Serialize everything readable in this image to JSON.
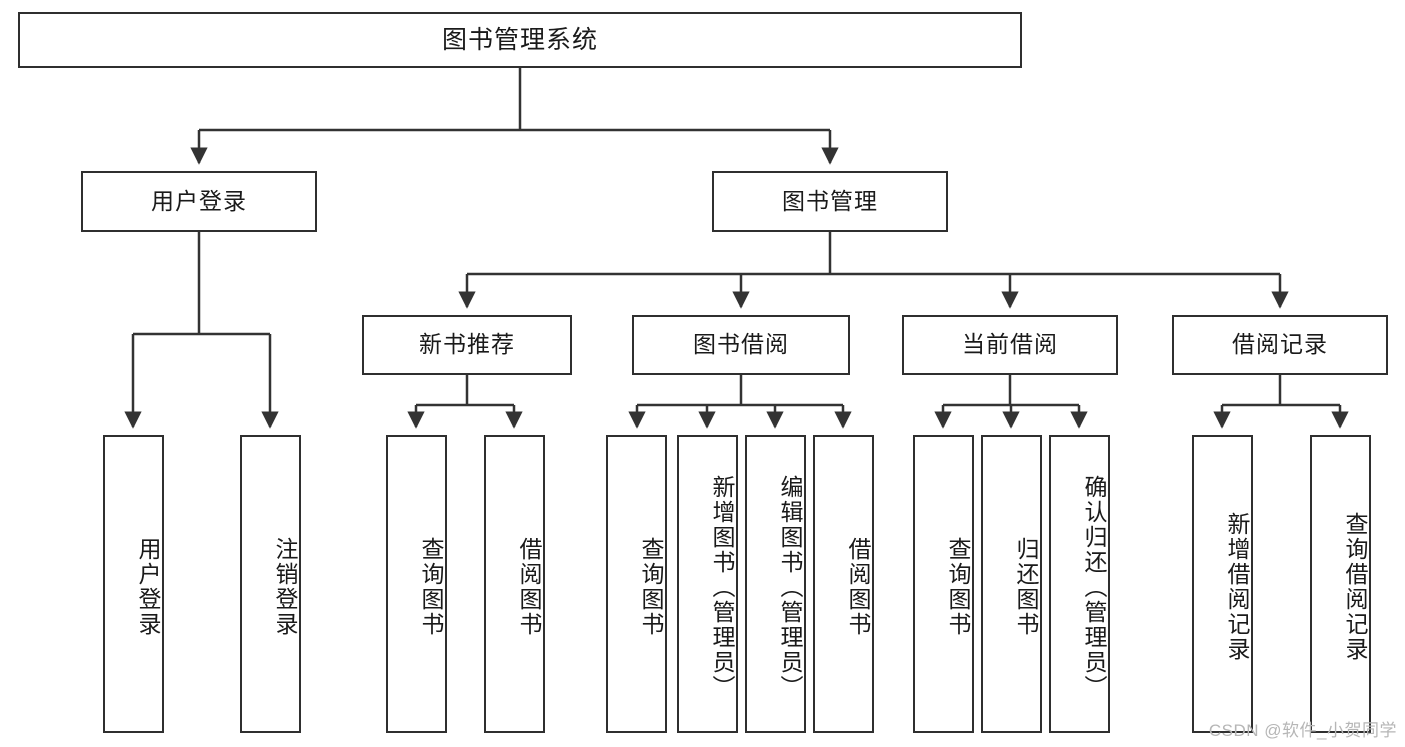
{
  "diagram": {
    "title": "图书管理系统",
    "watermark": "CSDN @软件_小贺同学",
    "colors": {
      "box_border": "#2f2f2f",
      "box_fill": "#ffffff",
      "connector": "#333333",
      "text": "#1a1a1a",
      "watermark": "#b6b6b6"
    },
    "root": {
      "label": "图书管理系统"
    },
    "level2": [
      {
        "label": "用户登录"
      },
      {
        "label": "图书管理"
      }
    ],
    "level3": [
      {
        "label": "新书推荐"
      },
      {
        "label": "图书借阅"
      },
      {
        "label": "当前借阅"
      },
      {
        "label": "借阅记录"
      }
    ],
    "leaves": {
      "user_login": [
        {
          "label": "用户登录"
        },
        {
          "label": "注销登录"
        }
      ],
      "new_book": [
        {
          "label": "查询图书"
        },
        {
          "label": "借阅图书"
        }
      ],
      "book_borrow": [
        {
          "label": "查询图书"
        },
        {
          "label": "新增图书（管理员）"
        },
        {
          "label": "编辑图书（管理员）"
        },
        {
          "label": "借阅图书"
        }
      ],
      "current_borrow": [
        {
          "label": "查询图书"
        },
        {
          "label": "归还图书"
        },
        {
          "label": "确认归还（管理员）"
        }
      ],
      "borrow_record": [
        {
          "label": "新增借阅记录"
        },
        {
          "label": "查询借阅记录"
        }
      ]
    }
  }
}
